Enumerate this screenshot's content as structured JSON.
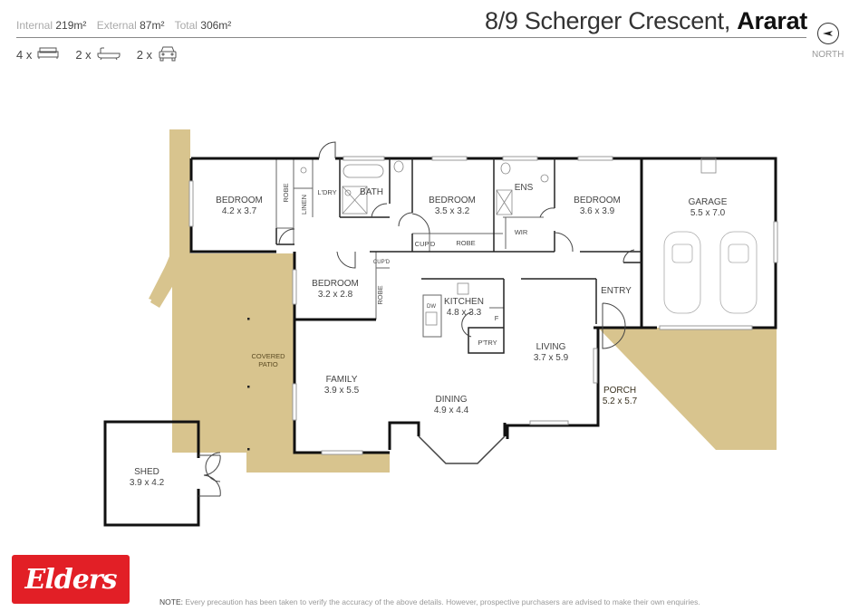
{
  "header": {
    "internal_label": "Internal",
    "internal_value": "219m²",
    "external_label": "External",
    "external_value": "87m²",
    "total_label": "Total",
    "total_value": "306m²",
    "address": "8/9 Scherger Crescent,",
    "suburb": "Ararat",
    "north_label": "NORTH"
  },
  "counts": {
    "bedrooms": "4 x",
    "bathrooms": "2 x",
    "cars": "2 x"
  },
  "rooms": {
    "bed1": {
      "name": "BEDROOM",
      "size": "4.2 x 3.7"
    },
    "bed2": {
      "name": "BEDROOM",
      "size": "3.5 x 3.2"
    },
    "bed3": {
      "name": "BEDROOM",
      "size": "3.6 x 3.9"
    },
    "bed4": {
      "name": "BEDROOM",
      "size": "3.2 x 2.8"
    },
    "garage": {
      "name": "GARAGE",
      "size": "5.5 x 7.0"
    },
    "kitchen": {
      "name": "KITCHEN",
      "size": "4.8 x 3.3"
    },
    "living": {
      "name": "LIVING",
      "size": "3.7 x 5.9"
    },
    "family": {
      "name": "FAMILY",
      "size": "3.9 x 5.5"
    },
    "dining": {
      "name": "DINING",
      "size": "4.9 x 4.4"
    },
    "porch": {
      "name": "PORCH",
      "size": "5.2 x 5.7"
    },
    "shed": {
      "name": "SHED",
      "size": "3.9 x 4.2"
    },
    "patio_l1": "COVERED",
    "patio_l2": "PATIO",
    "entry": "ENTRY",
    "robe1": "ROBE",
    "robe2": "ROBE",
    "robe3": "ROBE",
    "linen": "LINEN",
    "laundry": "L'DRY",
    "bath": "BATH",
    "ens": "ENS",
    "wir": "WIR",
    "cupd1": "CUP'D",
    "cupd2": "CUP'D",
    "pantry": "P'TRY",
    "dw": "DW",
    "fridge": "F"
  },
  "footer": {
    "logo_text": "Elders",
    "note_label": "NOTE:",
    "note_text": "Every precaution has been taken to verify the accuracy of the above details. However, prospective purchasers are advised to make their own enquiries."
  },
  "colors": {
    "outdoor": "#d8c48e",
    "wall": "#111111",
    "brand_red": "#e21f26"
  }
}
